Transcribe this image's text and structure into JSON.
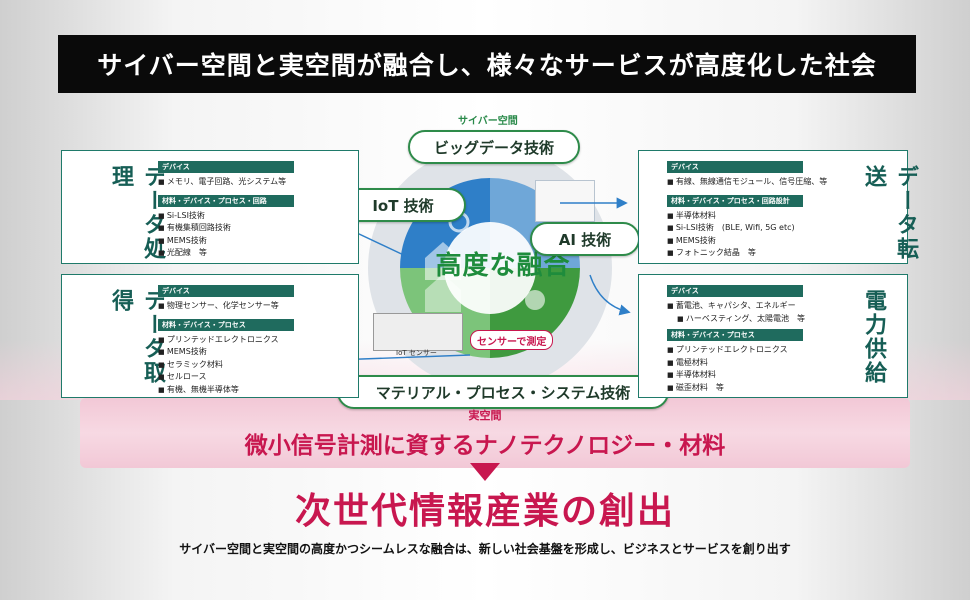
{
  "title": "サイバー空間と実空間が融合し、様々なサービスが高度化した社会",
  "cyber_label": "サイバー空間",
  "real_label": "実空間",
  "center_label": "高度な融合",
  "tech": {
    "bigdata": "ビッグデータ技術",
    "iot": "IoT 技術",
    "ai": "AI 技術",
    "material": "マテリアル・プロセス・システム技術"
  },
  "sensor_callout": "センサーで測定",
  "iot_sensor_caption": "IoT センサー",
  "boxes": {
    "processing": {
      "title": "データ処理",
      "cat1": "デバイス",
      "items1": [
        "メモリ、電子回路、光システム等"
      ],
      "cat2": "材料・デバイス・プロセス・回路",
      "items2": [
        "Si-LSI技術",
        "有機集積回路技術",
        "MEMS技術",
        "光配線　等"
      ]
    },
    "acquisition": {
      "title": "データ取得",
      "cat1": "デバイス",
      "items1": [
        "物理センサー、化学センサー等"
      ],
      "cat2": "材料・デバイス・プロセス",
      "items2": [
        "プリンテッドエレクトロニクス",
        "MEMS技術",
        "セラミック材料",
        "セルロース",
        "有機、無機半導体等"
      ]
    },
    "transfer": {
      "title": "データ転送",
      "cat1": "デバイス",
      "items1": [
        "有線、無線通信モジュール、信号圧縮、等"
      ],
      "cat2": "材料・デバイス・プロセス・回路設計",
      "items2": [
        "半導体材料",
        "Si-LSI技術　(BLE, Wifi, 5G etc)",
        "MEMS技術",
        "フォトニック結晶　等"
      ]
    },
    "power": {
      "title": "電力供給",
      "cat1": "デバイス",
      "items1": [
        "蓄電池、キャパシタ、エネルギー",
        "ハーベスティング、太陽電池　等"
      ],
      "cat2": "材料・デバイス・プロセス",
      "items2": [
        "プリンテッドエレクトロニクス",
        "電極材料",
        "半導体材料",
        "磁歪材料　等"
      ]
    }
  },
  "nanotech": "微小信号計測に資するナノテクノロジー・材料",
  "result": "次世代情報産業の創出",
  "caption": "サイバー空間と実空間の高度かつシームレスな融合は、新しい社会基盤を形成し、ビジネスとサービスを創り出す",
  "colors": {
    "green": "#2e8b4a",
    "teal": "#1f6b5e",
    "blue": "#2f7fc8",
    "magenta": "#c8174f"
  }
}
